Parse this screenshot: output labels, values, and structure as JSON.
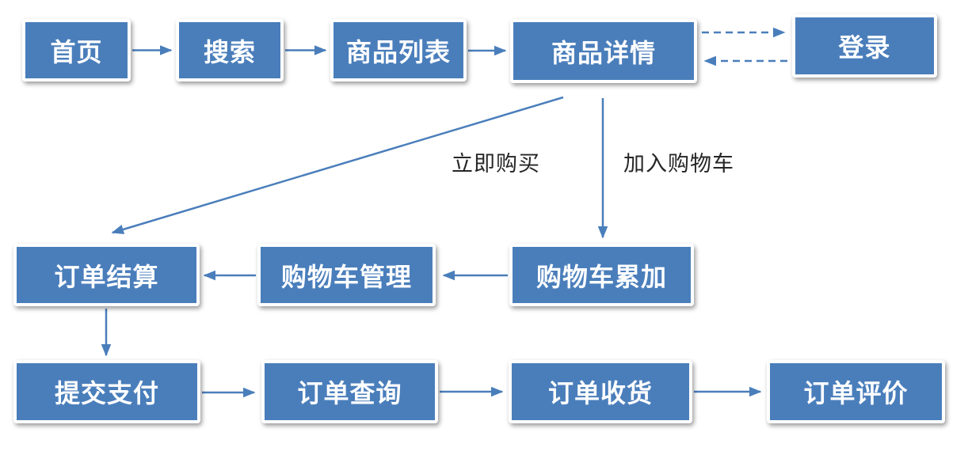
{
  "title": "E-commerce purchase flowchart",
  "colors": {
    "node_fill": "#4A7EBB",
    "node_text": "#FFFFFF",
    "arrow": "#4A7EBB",
    "edge_label": "#262626",
    "background": "#FFFFFF"
  },
  "nodes": {
    "home": {
      "label": "首页"
    },
    "search": {
      "label": "搜索"
    },
    "product_list": {
      "label": "商品列表"
    },
    "product_detail": {
      "label": "商品详情"
    },
    "login": {
      "label": "登录"
    },
    "order_settlement": {
      "label": "订单结算"
    },
    "cart_management": {
      "label": "购物车管理"
    },
    "cart_accumulation": {
      "label": "购物车累加"
    },
    "submit_payment": {
      "label": "提交支付"
    },
    "order_query": {
      "label": "订单查询"
    },
    "order_receive": {
      "label": "订单收货"
    },
    "order_review": {
      "label": "订单评价"
    }
  },
  "edges": [
    {
      "from": "home",
      "to": "search",
      "style": "solid",
      "label": ""
    },
    {
      "from": "search",
      "to": "product_list",
      "style": "solid",
      "label": ""
    },
    {
      "from": "product_list",
      "to": "product_detail",
      "style": "solid",
      "label": ""
    },
    {
      "from": "product_detail",
      "to": "login",
      "style": "dashed",
      "label": ""
    },
    {
      "from": "login",
      "to": "product_detail",
      "style": "dashed",
      "label": ""
    },
    {
      "from": "product_detail",
      "to": "order_settlement",
      "style": "solid",
      "label": "立即购买"
    },
    {
      "from": "product_detail",
      "to": "cart_accumulation",
      "style": "solid",
      "label": "加入购物车"
    },
    {
      "from": "cart_accumulation",
      "to": "cart_management",
      "style": "solid",
      "label": ""
    },
    {
      "from": "cart_management",
      "to": "order_settlement",
      "style": "solid",
      "label": ""
    },
    {
      "from": "order_settlement",
      "to": "submit_payment",
      "style": "solid",
      "label": ""
    },
    {
      "from": "submit_payment",
      "to": "order_query",
      "style": "solid",
      "label": ""
    },
    {
      "from": "order_query",
      "to": "order_receive",
      "style": "solid",
      "label": ""
    },
    {
      "from": "order_receive",
      "to": "order_review",
      "style": "solid",
      "label": ""
    }
  ]
}
